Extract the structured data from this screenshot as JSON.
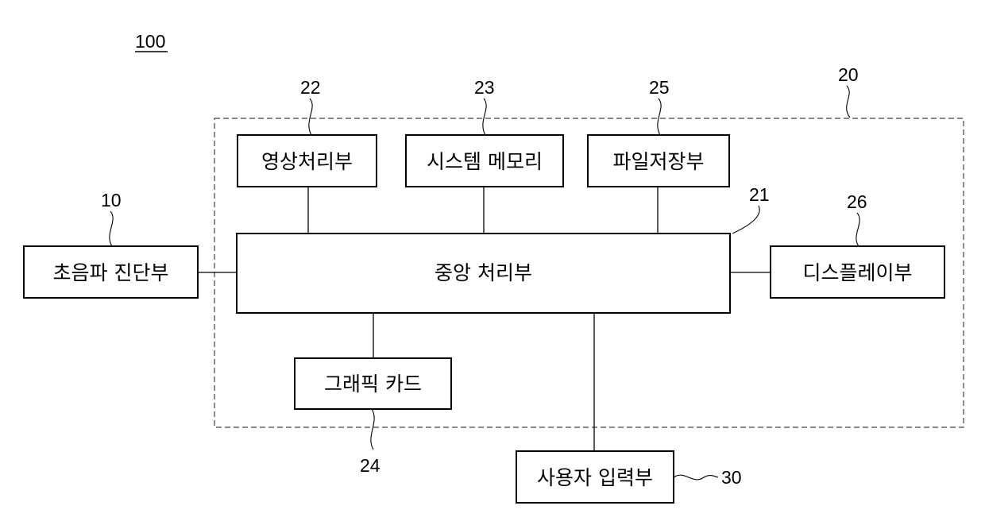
{
  "figure": {
    "number": "100"
  },
  "group": {
    "ref": "20"
  },
  "blocks": {
    "cpu": {
      "ref": "21",
      "label": "중앙 처리부"
    },
    "image_proc": {
      "ref": "22",
      "label": "영상처리부"
    },
    "system_memory": {
      "ref": "23",
      "label": "시스템 메모리"
    },
    "graphics_card": {
      "ref": "24",
      "label": "그래픽 카드"
    },
    "file_storage": {
      "ref": "25",
      "label": "파일저장부"
    },
    "display": {
      "ref": "26",
      "label": "디스플레이부"
    },
    "ultrasound": {
      "ref": "10",
      "label": "초음파 진단부"
    },
    "user_input": {
      "ref": "30",
      "label": "사용자 입력부"
    }
  }
}
